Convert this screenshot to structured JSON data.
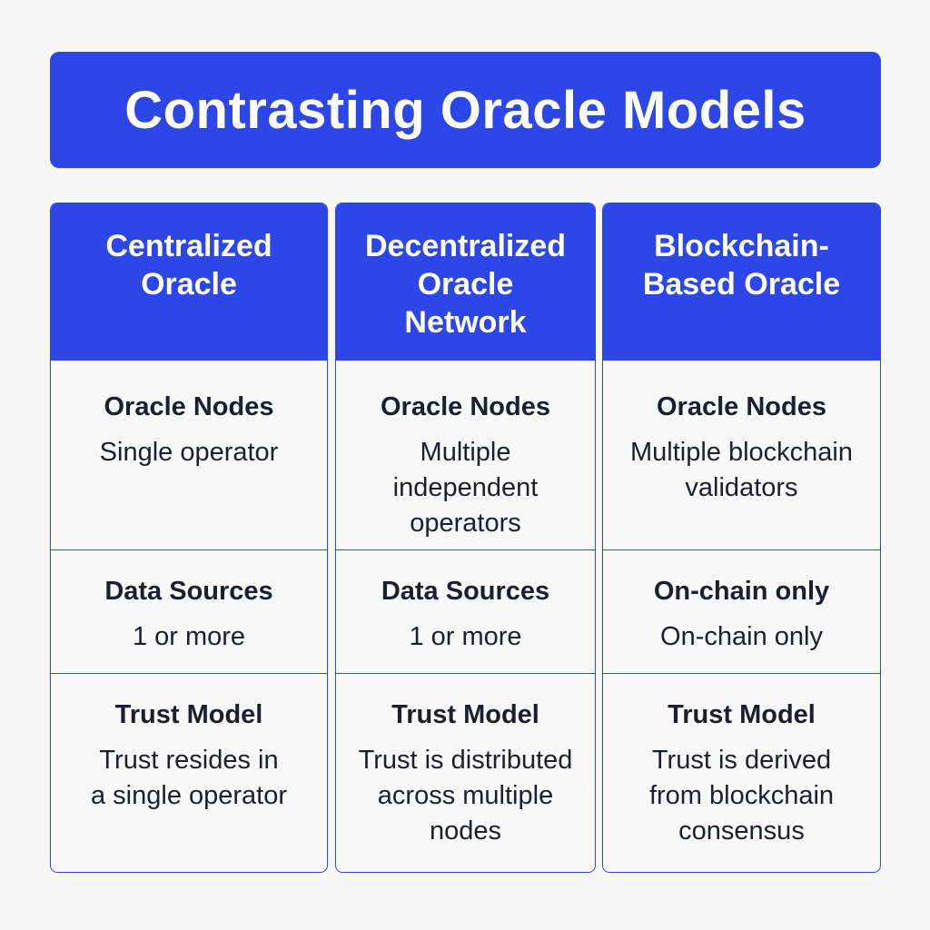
{
  "title": "Contrasting Oracle Models",
  "colors": {
    "accent": "#2d46e8",
    "text": "#1a2030",
    "background": "#f7f7f7"
  },
  "columns": [
    {
      "header": "Centralized\nOracle",
      "rows": [
        {
          "label": "Oracle Nodes",
          "value": "Single operator"
        },
        {
          "label": "Data Sources",
          "value": "1 or more"
        },
        {
          "label": "Trust Model",
          "value": "Trust resides in\na single operator"
        }
      ]
    },
    {
      "header": "Decentralized\nOracle\nNetwork",
      "rows": [
        {
          "label": "Oracle Nodes",
          "value": "Multiple\nindependent\noperators"
        },
        {
          "label": "Data Sources",
          "value": "1 or more"
        },
        {
          "label": "Trust Model",
          "value": "Trust is distributed\nacross multiple\nnodes"
        }
      ]
    },
    {
      "header": "Blockchain-\nBased Oracle",
      "rows": [
        {
          "label": "Oracle Nodes",
          "value": "Multiple blockchain\nvalidators"
        },
        {
          "label": "On-chain only",
          "value": "On-chain only"
        },
        {
          "label": "Trust Model",
          "value": "Trust is derived\nfrom blockchain\nconsensus"
        }
      ]
    }
  ]
}
